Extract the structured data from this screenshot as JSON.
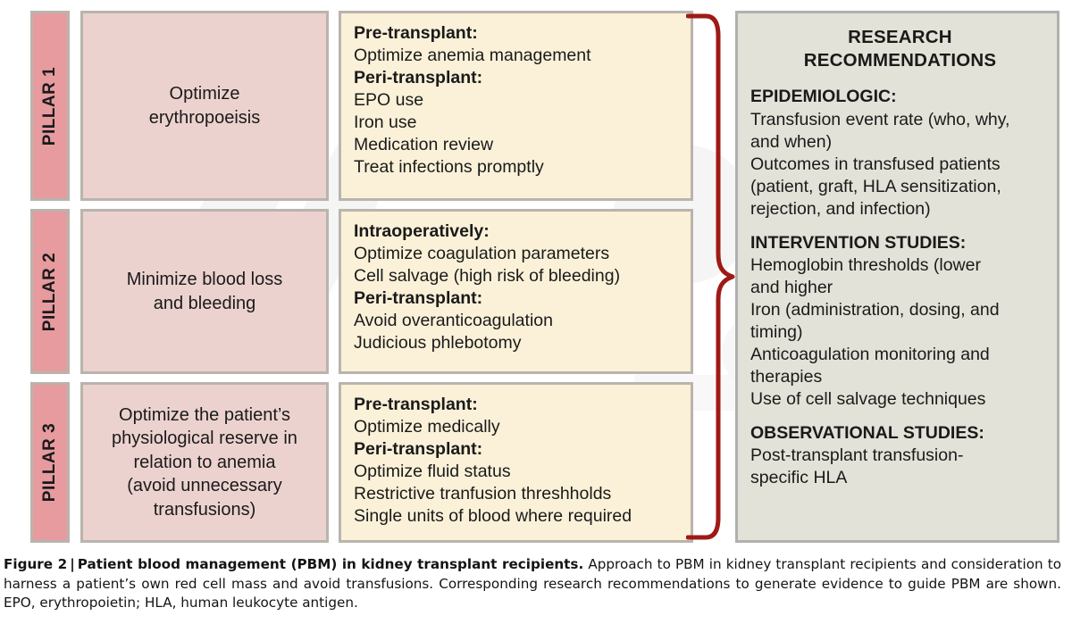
{
  "figure": {
    "pillars": [
      {
        "label": "PILLAR 1",
        "summary": [
          "Optimize",
          "erythropoeisis"
        ],
        "actions": [
          {
            "text": "Pre-transplant:",
            "bold": true
          },
          {
            "text": "Optimize anemia management",
            "bold": false
          },
          {
            "text": "Peri-transplant:",
            "bold": true
          },
          {
            "text": "EPO use",
            "bold": false
          },
          {
            "text": "Iron use",
            "bold": false
          },
          {
            "text": "Medication review",
            "bold": false
          },
          {
            "text": "Treat infections promptly",
            "bold": false
          }
        ]
      },
      {
        "label": "PILLAR 2",
        "summary": [
          "Minimize blood loss",
          "and bleeding"
        ],
        "actions": [
          {
            "text": "Intraoperatively:",
            "bold": true
          },
          {
            "text": "Optimize coagulation parameters",
            "bold": false
          },
          {
            "text": "Cell salvage (high risk of bleeding)",
            "bold": false
          },
          {
            "text": "Peri-transplant:",
            "bold": true
          },
          {
            "text": "Avoid overanticoagulation",
            "bold": false
          },
          {
            "text": "Judicious phlebotomy",
            "bold": false
          }
        ]
      },
      {
        "label": "PILLAR 3",
        "summary": [
          "Optimize the patient’s",
          "physiological reserve in",
          "relation to anemia",
          "(avoid unnecessary",
          "transfusions)"
        ],
        "actions": [
          {
            "text": "Pre-transplant:",
            "bold": true
          },
          {
            "text": "Optimize medically",
            "bold": false
          },
          {
            "text": "Peri-transplant:",
            "bold": true
          },
          {
            "text": "Optimize fluid status",
            "bold": false
          },
          {
            "text": "Restrictive tranfusion threshholds",
            "bold": false
          },
          {
            "text": "Single units of blood where required",
            "bold": false
          }
        ]
      }
    ],
    "research": {
      "title_lines": [
        "RESEARCH",
        "RECOMMENDATIONS"
      ],
      "sections": [
        {
          "heading": "EPIDEMIOLOGIC:",
          "lines": [
            "Transfusion event rate (who, why,",
            "and when)",
            "Outcomes in transfused patients",
            "(patient, graft, HLA sensitization,",
            "rejection, and infection)"
          ]
        },
        {
          "heading": "INTERVENTION STUDIES:",
          "lines": [
            "Hemoglobin thresholds (lower",
            "and higher",
            "Iron (administration, dosing, and",
            "timing)",
            "Anticoagulation monitoring and",
            "therapies",
            "Use of cell salvage techniques"
          ]
        },
        {
          "heading": "OBSERVATIONAL STUDIES:",
          "lines": [
            "Post-transplant transfusion-",
            "specific HLA"
          ]
        }
      ]
    },
    "caption": {
      "lead": "Figure 2",
      "separator": "|",
      "title": "Patient blood management (PBM) in kidney transplant recipients.",
      "body": "Approach to PBM in kidney transplant recipients and consideration to harness a patient’s own red cell mass and avoid transfusions. Corresponding research recommendations to generate evidence to guide PBM are shown. EPO, erythropoietin; HLA, human leukocyte antigen."
    },
    "colors": {
      "pillar_strip": "#e79b9e",
      "pillar_box": "#ecd2cf",
      "action_box": "#faf1d8",
      "research_panel": "#e2e2d8",
      "box_border": "#b9b4ad",
      "brace": "#9e1a16"
    }
  }
}
